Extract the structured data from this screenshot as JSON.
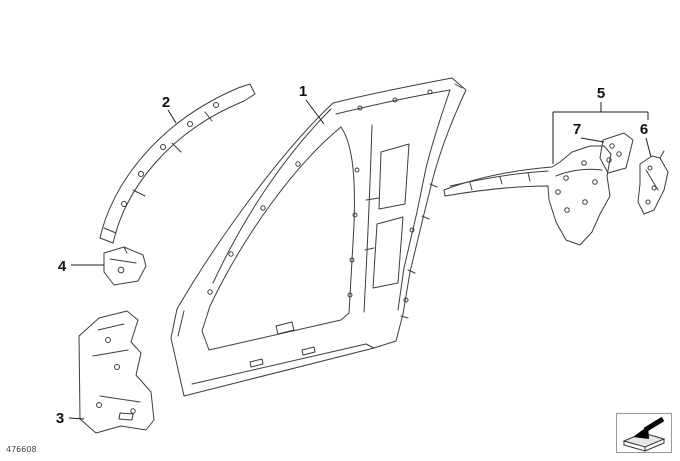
{
  "page": {
    "colors": {
      "background": "#ffffff",
      "line": "#3d3d3d",
      "leader": "#1c1c1c",
      "label": "#111111"
    }
  },
  "diagram": {
    "callouts": [
      {
        "label": "1"
      },
      {
        "label": "2"
      },
      {
        "label": "3"
      },
      {
        "label": "4"
      },
      {
        "label": "5"
      },
      {
        "label": "6"
      },
      {
        "label": "7"
      }
    ],
    "footer_code": "476608",
    "icons": {
      "bottom_right": "selected-part-arrow-icon"
    }
  }
}
